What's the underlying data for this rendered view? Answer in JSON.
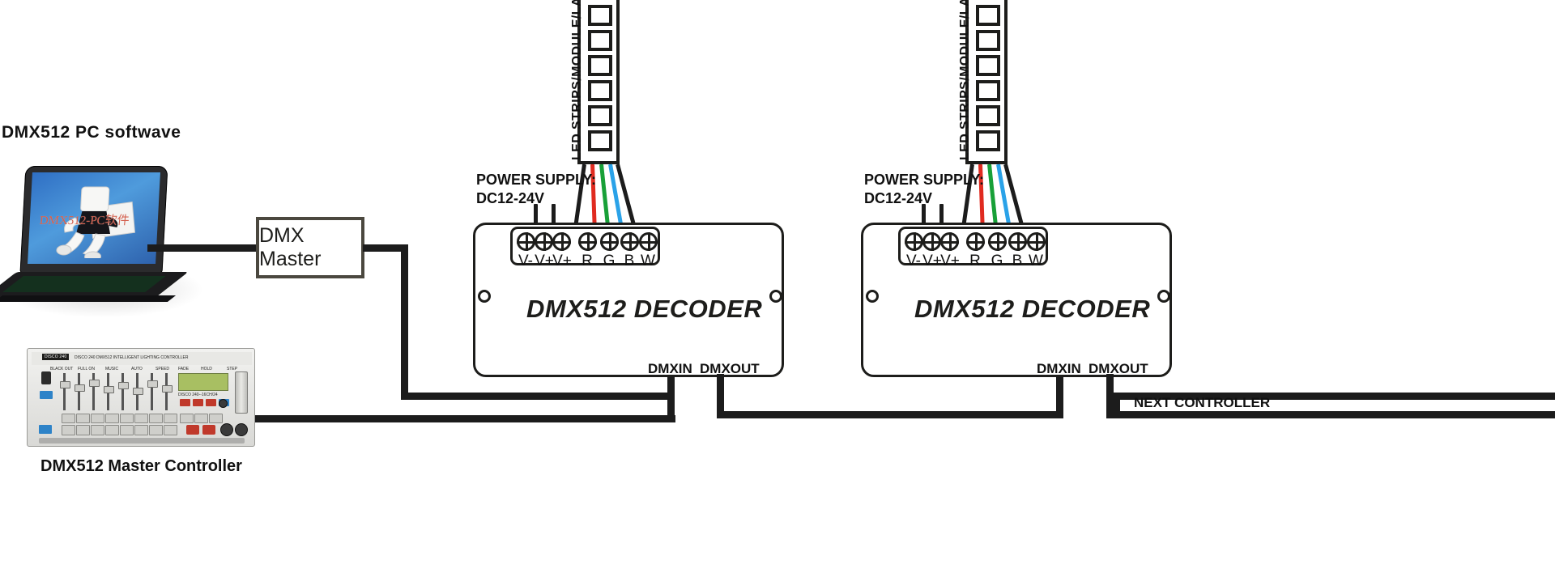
{
  "diagram": {
    "title_pc": "DMX512  PC softwave",
    "laptop_screen_text": "DMX512-PC软件",
    "master_box_label": "DMX Master",
    "controller_caption": "DMX512 Master Controller",
    "next_controller_label": "NEXT CONTROLLER",
    "console": {
      "brand": "DISCO 240",
      "header_text": "DISCO 240 DMX512 INTELLIGENT LIGHTING CONTROLLER",
      "lcd_text": "DISCO 240--16CH/24",
      "top_labels": [
        "BLACK OUT",
        "FULL ON",
        "MUSIC",
        "AUTO",
        "SPEED",
        "FADE",
        "HOLD",
        "STEP"
      ]
    },
    "decoders": [
      {
        "name": "decoder-1",
        "title": "DMX512 DECODER",
        "power_supply_line1": "POWER SUPPLY:",
        "power_supply_line2": "DC12-24V",
        "led_module_label": "LED STRIPS/MODULE/LAMP",
        "dmx_in_label": "DMXIN",
        "dmx_out_label": "DMXOUT",
        "terminals": [
          {
            "label": "V-",
            "wire_color": "#1c1c1c"
          },
          {
            "label": "V+",
            "wire_color": "#1c1c1c"
          },
          {
            "label": "V+",
            "wire_color": "#1c1c1c"
          },
          {
            "label": "R",
            "wire_color": "#e02b20"
          },
          {
            "label": "G",
            "wire_color": "#18a038"
          },
          {
            "label": "B",
            "wire_color": "#2aa2e8"
          },
          {
            "label": "W",
            "wire_color": "#1c1c1c"
          }
        ],
        "led_cell_count": 6
      },
      {
        "name": "decoder-2",
        "title": "DMX512 DECODER",
        "power_supply_line1": "POWER SUPPLY:",
        "power_supply_line2": "DC12-24V",
        "led_module_label": "LED STRIPS/MODULE/LAMP",
        "dmx_in_label": "DMXIN",
        "dmx_out_label": "DMXOUT",
        "terminals": [
          {
            "label": "V-",
            "wire_color": "#1c1c1c"
          },
          {
            "label": "V+",
            "wire_color": "#1c1c1c"
          },
          {
            "label": "V+",
            "wire_color": "#1c1c1c"
          },
          {
            "label": "R",
            "wire_color": "#e02b20"
          },
          {
            "label": "G",
            "wire_color": "#18a038"
          },
          {
            "label": "B",
            "wire_color": "#2aa2e8"
          },
          {
            "label": "W",
            "wire_color": "#1c1c1c"
          }
        ],
        "led_cell_count": 6
      }
    ],
    "colors": {
      "wire": "#1c1c1c",
      "red": "#e02b20",
      "green": "#18a038",
      "blue": "#2aa2e8",
      "outline": "#1d1d1b",
      "master_border": "#4b483f"
    }
  }
}
